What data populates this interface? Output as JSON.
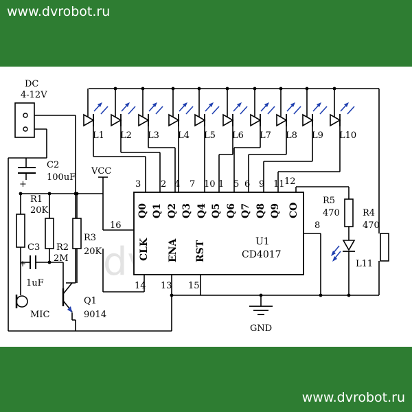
{
  "site": {
    "url_top": "www.dvrobot.ru",
    "url_bottom": "www.dvrobot.ru",
    "watermark": "dvrobot.ru"
  },
  "colors": {
    "band": "#2e7d32",
    "wire": "#000000",
    "led_arrow": "#1f3fb0"
  },
  "power": {
    "label": "DC",
    "voltage": "4-12V",
    "vcc": "VCC",
    "gnd": "GND"
  },
  "leds": [
    "L1",
    "L2",
    "L3",
    "L4",
    "L5",
    "L6",
    "L7",
    "L8",
    "L9",
    "L10"
  ],
  "ic": {
    "name": "U1",
    "part": "CD4017",
    "outputs": [
      {
        "name": "Q0",
        "pin": "3"
      },
      {
        "name": "Q1",
        "pin": "2"
      },
      {
        "name": "Q2",
        "pin": "4"
      },
      {
        "name": "Q3",
        "pin": "7"
      },
      {
        "name": "Q4",
        "pin": "10"
      },
      {
        "name": "Q5",
        "pin": "1"
      },
      {
        "name": "Q6",
        "pin": "5"
      },
      {
        "name": "Q7",
        "pin": "6"
      },
      {
        "name": "Q8",
        "pin": "9"
      },
      {
        "name": "Q9",
        "pin": "11"
      }
    ],
    "co": {
      "name": "CO",
      "pin": "12"
    },
    "clk": {
      "name": "CLK",
      "pin": "14"
    },
    "ena": {
      "name": "ENA",
      "pin": "13"
    },
    "rst": {
      "name": "RST",
      "pin": "15"
    },
    "vdd_pin": "16",
    "vss_pin": "8"
  },
  "components": {
    "c2": {
      "ref": "C2",
      "value": "100uF"
    },
    "r1": {
      "ref": "R1",
      "value": "20K"
    },
    "c3": {
      "ref": "C3",
      "value": "1uF"
    },
    "r2": {
      "ref": "R2",
      "value": "2M"
    },
    "r3": {
      "ref": "R3",
      "value": "20K"
    },
    "q1": {
      "ref": "Q1",
      "value": "9014"
    },
    "mic": {
      "ref": "MIC"
    },
    "r5": {
      "ref": "R5",
      "value": "470"
    },
    "r4": {
      "ref": "R4",
      "value": "470"
    },
    "l11": {
      "ref": "L11"
    },
    "plus": "+"
  }
}
